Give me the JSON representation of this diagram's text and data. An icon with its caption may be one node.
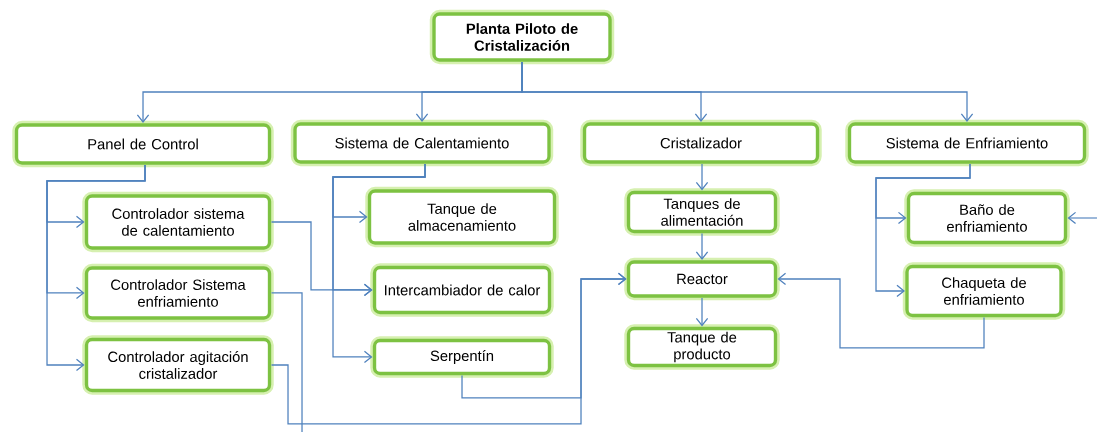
{
  "diagram": {
    "nodes": [
      {
        "text": [
          "Planta Piloto de Cristalización"
        ]
      },
      {
        "text": [
          "Panel de Control"
        ]
      },
      {
        "text": [
          "Sistema de Calentamiento"
        ]
      },
      {
        "text": [
          "Cristalizador"
        ]
      },
      {
        "text": [
          "Sistema de Enfriamiento"
        ]
      },
      {
        "text": [
          "Controlador sistema de calentamiento"
        ]
      },
      {
        "text": [
          "Controlador Sistema enfriamiento"
        ]
      },
      {
        "text": [
          "Controlador agitación cristalizador"
        ]
      },
      {
        "text": [
          "Tanque de almacenamiento"
        ]
      },
      {
        "text": [
          "Intercambiador de calor"
        ]
      },
      {
        "text": [
          "Serpentín"
        ]
      },
      {
        "text": [
          "Tanques de alimentación"
        ]
      },
      {
        "text": [
          "Reactor"
        ]
      },
      {
        "text": [
          "Tanque de producto"
        ]
      },
      {
        "text": [
          "Baño de enfriamiento"
        ]
      },
      {
        "text": [
          "Chaqueta de enfriamiento"
        ]
      }
    ],
    "edges": [
      {
        "from": 0,
        "to": 1,
        "arrow": "to"
      },
      {
        "from": 0,
        "to": 2,
        "arrow": "to"
      },
      {
        "from": 0,
        "to": 3,
        "arrow": "to"
      },
      {
        "from": 0,
        "to": 4,
        "arrow": "to"
      },
      {
        "from": 1,
        "to": 5,
        "arrow": "to"
      },
      {
        "from": 1,
        "to": 6,
        "arrow": "to"
      },
      {
        "from": 1,
        "to": 7,
        "arrow": "to"
      },
      {
        "from": 2,
        "to": 8,
        "arrow": "to"
      },
      {
        "from": 2,
        "to": 9,
        "arrow": "to"
      },
      {
        "from": 2,
        "to": 10,
        "arrow": "to"
      },
      {
        "from": 3,
        "to": 11,
        "arrow": "to"
      },
      {
        "from": 11,
        "to": 12,
        "arrow": "to"
      },
      {
        "from": 12,
        "to": 13,
        "arrow": "to"
      },
      {
        "from": 4,
        "to": 14,
        "arrow": "to"
      },
      {
        "from": 4,
        "to": 15,
        "arrow": "to"
      },
      {
        "from": 5,
        "to": 9,
        "arrow": "to"
      },
      {
        "from": 10,
        "to": 12,
        "arrow": "to"
      },
      {
        "from": 7,
        "to": 12,
        "arrow": "to"
      },
      {
        "from": 6,
        "to": null,
        "arrow": "none"
      },
      {
        "from": null,
        "to": 14,
        "arrow": "to"
      },
      {
        "from": 15,
        "to": 12,
        "arrow": "to"
      }
    ]
  }
}
